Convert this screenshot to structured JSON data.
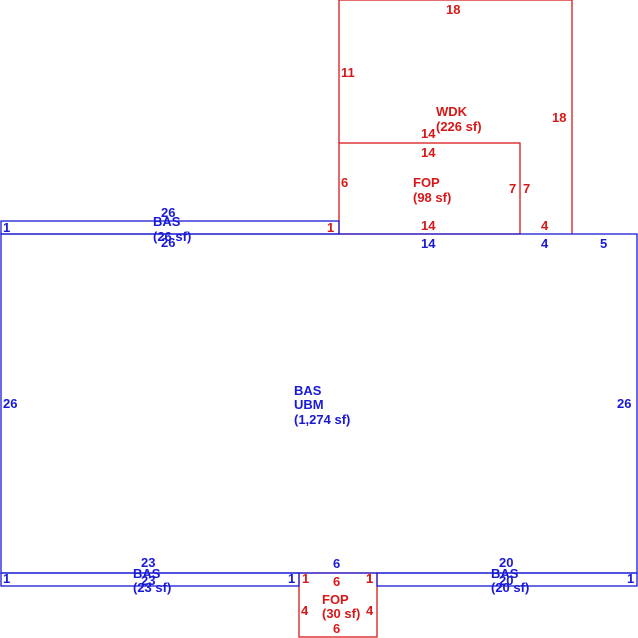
{
  "colors": {
    "blue": "#1a1ad6",
    "red": "#d81818"
  },
  "areas": {
    "main": {
      "code1": "BAS",
      "code2": "UBM",
      "area": "(1,274 sf)"
    },
    "bas_top": {
      "code": "BAS",
      "area": "(26 sf)"
    },
    "bas_bottom_left": {
      "code": "BAS",
      "area": "(23 sf)"
    },
    "bas_bottom_right": {
      "code": "BAS",
      "area": "(20 sf)"
    },
    "wdk": {
      "code": "WDK",
      "area": "(226 sf)"
    },
    "fop_top": {
      "code": "FOP",
      "area": "(98 sf)"
    },
    "fop_bottom": {
      "code": "FOP",
      "area": "(30 sf)"
    }
  },
  "dimensions": {
    "main_left": "26",
    "main_right": "26",
    "main_top_fop": "14",
    "main_top_wdk": "4",
    "main_top_right": "5",
    "main_bottom_fop": "6",
    "bas_top_upper": "26",
    "bas_top_lower": "26",
    "bas_top_left": "1",
    "bas_top_right": "1",
    "bas_bl_upper": "23",
    "bas_bl_lower": "23",
    "bas_bl_left": "1",
    "bas_bl_right": "1",
    "bas_br_upper": "20",
    "bas_br_lower": "20",
    "bas_br_left": "1",
    "bas_br_right": "1",
    "wdk_top": "18",
    "wdk_left": "11",
    "wdk_right": "18",
    "wdk_inner": "14",
    "wdk_bottom": "4",
    "fop_top_top": "14",
    "fop_top_left": "6",
    "fop_top_right_outer": "7",
    "fop_top_right_inner": "7",
    "fop_top_bottom": "14",
    "fop_b_top": "6",
    "fop_b_left": "4",
    "fop_b_right": "4",
    "fop_b_bottom": "6",
    "fop_b_tl": "1",
    "fop_b_tr": "1"
  }
}
